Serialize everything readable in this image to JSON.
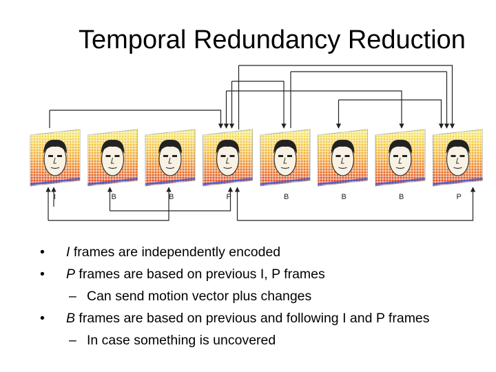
{
  "title": "Temporal Redundancy Reduction",
  "frames": [
    "I",
    "B",
    "B",
    "P",
    "B",
    "B",
    "B",
    "P"
  ],
  "bullets": [
    {
      "level": 1,
      "lead": "I",
      "text": " frames are independently encoded"
    },
    {
      "level": 1,
      "lead": "P",
      "text": " frames are based on previous I, P frames"
    },
    {
      "level": 2,
      "lead": "",
      "text": "Can send motion vector plus changes"
    },
    {
      "level": 1,
      "lead": "B",
      "text": " frames are based on previous and following I and P frames"
    },
    {
      "level": 2,
      "lead": "",
      "text": "In case something is uncovered"
    }
  ],
  "colors": {
    "arrow": "#222222",
    "grid_top": "#f2e23a",
    "grid_mid": "#f0a020",
    "grid_bottom": "#e03018",
    "grid_blue": "#3a5ad8"
  }
}
